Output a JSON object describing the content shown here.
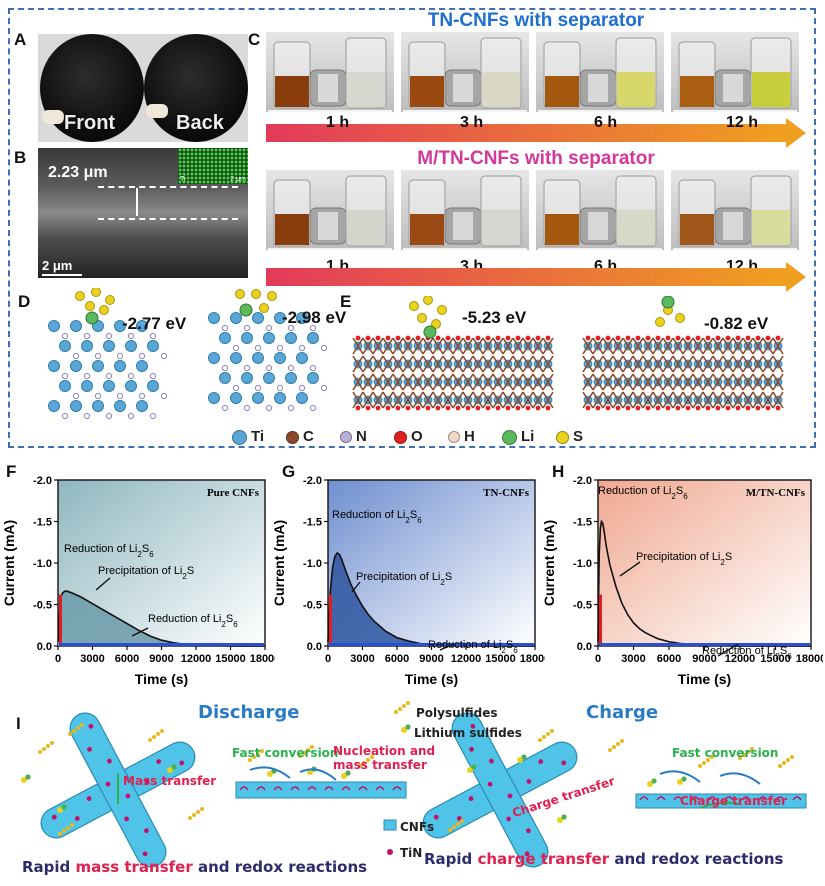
{
  "panels": {
    "A": {
      "label": "A",
      "front": "Front",
      "back": "Back"
    },
    "B": {
      "label": "B",
      "thickness": "2.23 μm",
      "scalebar": "2 μm",
      "inset_left": "Ti",
      "inset_right": "2 μm"
    },
    "C": {
      "label": "C",
      "title_top": "TN-CNFs with separator",
      "title_bottom": "M/TN-CNFs with separator",
      "times_top": [
        "1 h",
        "3 h",
        "6 h",
        "12 h"
      ],
      "times_bottom": [
        "1 h",
        "3 h",
        "6 h",
        "12 h"
      ]
    },
    "D": {
      "label": "D",
      "energies": [
        "-2.77 eV",
        "-2.98 eV"
      ]
    },
    "E": {
      "label": "E",
      "energies": [
        "-5.23 eV",
        "-0.82 eV"
      ]
    },
    "legend": [
      {
        "sym": "Ti",
        "color": "#5aa7d6"
      },
      {
        "sym": "C",
        "color": "#8b4a2b"
      },
      {
        "sym": "N",
        "color": "#b7b0d8"
      },
      {
        "sym": "O",
        "color": "#e02020"
      },
      {
        "sym": "H",
        "color": "#f2d7c8"
      },
      {
        "sym": "Li",
        "color": "#5cb85c"
      },
      {
        "sym": "S",
        "color": "#e8d21c"
      }
    ],
    "I": {
      "label": "I",
      "discharge": "Discharge",
      "charge": "Charge",
      "polysulfides": "Polysulfides",
      "lithium_sulfides": "Lithium sulfides",
      "cnfs": "CNFs",
      "tin": "TiN",
      "mass_transfer": "Mass transfer",
      "fast_conversion_1": "Fast conversion",
      "nucleation": "Nucleation and",
      "nucleation2": "mass transfer",
      "charge_transfer_1": "Charge transfer",
      "fast_conversion_2": "Fast conversion",
      "charge_transfer_2": "Charge transfer",
      "caption_left_1": "Rapid ",
      "caption_left_2": "mass transfer",
      "caption_left_3": " and redox reactions",
      "caption_right_1": "Rapid ",
      "caption_right_2": "charge transfer",
      "caption_right_3": " and redox reactions"
    }
  },
  "chart_data": [
    {
      "panel": "F",
      "type": "area",
      "name": "Pure CNFs",
      "xlabel": "Time (s)",
      "ylabel": "Current (mA)",
      "xlim": [
        0,
        18000
      ],
      "ylim": [
        -2.0,
        0.0
      ],
      "xticks": [
        0,
        3000,
        6000,
        9000,
        12000,
        15000,
        18000
      ],
      "xtick_labels": [
        "0",
        "3000",
        "6000",
        "9000",
        "12000",
        "15000",
        "18000"
      ],
      "yticks": [
        -2.0,
        -1.5,
        -1.0,
        -0.5,
        0.0
      ],
      "ytick_labels": [
        "-2.0",
        "-1.5",
        "-1.0",
        "-0.5",
        "0.0"
      ],
      "bg": "#8fb7c0",
      "fill": "#6b9aa8",
      "x": [
        0,
        200,
        400,
        600,
        800,
        1200,
        2000,
        3000,
        4000,
        5000,
        6000,
        7000,
        8000,
        9000,
        10000,
        11000,
        12000,
        13000,
        14000,
        15000,
        16000,
        17000,
        18000
      ],
      "y": [
        -0.05,
        -0.58,
        -0.64,
        -0.66,
        -0.66,
        -0.64,
        -0.59,
        -0.51,
        -0.43,
        -0.35,
        -0.27,
        -0.19,
        -0.12,
        -0.07,
        -0.04,
        -0.02,
        -0.01,
        -0.01,
        -0.005,
        0,
        0,
        0,
        0
      ],
      "annotations": [
        "Reduction of Li2S6",
        "Precipitation of Li2S",
        "Reduction of Li2S6"
      ]
    },
    {
      "panel": "G",
      "type": "area",
      "name": "TN-CNFs",
      "xlabel": "Time (s)",
      "ylabel": "Current (mA)",
      "xlim": [
        0,
        18000
      ],
      "ylim": [
        -2.0,
        0.0
      ],
      "xticks": [
        0,
        3000,
        6000,
        9000,
        12000,
        15000,
        18000
      ],
      "xtick_labels": [
        "0",
        "3000",
        "6000",
        "9000",
        "12000",
        "15000",
        "18000"
      ],
      "yticks": [
        -2.0,
        -1.5,
        -1.0,
        -0.5,
        0.0
      ],
      "ytick_labels": [
        "-2.0",
        "-1.5",
        "-1.0",
        "-0.5",
        "0.0"
      ],
      "bg": "#6f8fd0",
      "fill": "#2f55a0",
      "x": [
        0,
        200,
        400,
        600,
        800,
        1000,
        1200,
        1500,
        2000,
        2500,
        3000,
        3500,
        4000,
        5000,
        6000,
        7000,
        8000,
        9000,
        10000,
        12000,
        14000,
        16000,
        18000
      ],
      "y": [
        -0.05,
        -0.65,
        -0.95,
        -1.08,
        -1.12,
        -1.1,
        -1.04,
        -0.92,
        -0.74,
        -0.6,
        -0.48,
        -0.38,
        -0.3,
        -0.18,
        -0.1,
        -0.06,
        -0.03,
        -0.02,
        -0.01,
        -0.005,
        0,
        0,
        0
      ],
      "annotations": [
        "Reduction of Li2S6",
        "Precipitation of Li2S",
        "Reduction of Li2S6"
      ]
    },
    {
      "panel": "H",
      "type": "line",
      "name": "M/TN-CNFs",
      "xlabel": "Time (s)",
      "ylabel": "Current (mA)",
      "xlim": [
        0,
        18000
      ],
      "ylim": [
        -2.0,
        0.0
      ],
      "xticks": [
        0,
        3000,
        6000,
        9000,
        12000,
        15000,
        18000
      ],
      "xtick_labels": [
        "0",
        "3000",
        "6000",
        "9000",
        "12000",
        "15000",
        "18000"
      ],
      "yticks": [
        -2.0,
        -1.5,
        -1.0,
        -0.5,
        0.0
      ],
      "ytick_labels": [
        "-2.0",
        "-1.5",
        "-1.0",
        "-0.5",
        "0.0"
      ],
      "bg": "#f0a890",
      "fill": "none",
      "x": [
        0,
        100,
        200,
        300,
        400,
        500,
        700,
        1000,
        1500,
        2000,
        2500,
        3000,
        3500,
        4000,
        5000,
        6000,
        7000,
        8000,
        9000,
        10000,
        12000,
        15000,
        18000
      ],
      "y": [
        -0.05,
        -1.1,
        -1.42,
        -1.5,
        -1.48,
        -1.4,
        -1.2,
        -0.98,
        -0.72,
        -0.52,
        -0.38,
        -0.28,
        -0.21,
        -0.16,
        -0.09,
        -0.05,
        -0.03,
        -0.02,
        -0.01,
        -0.005,
        0,
        0,
        0
      ],
      "annotations": [
        "Reduction of Li2S6",
        "Precipitation of Li2S",
        "Reduction of Li2S6"
      ]
    }
  ]
}
